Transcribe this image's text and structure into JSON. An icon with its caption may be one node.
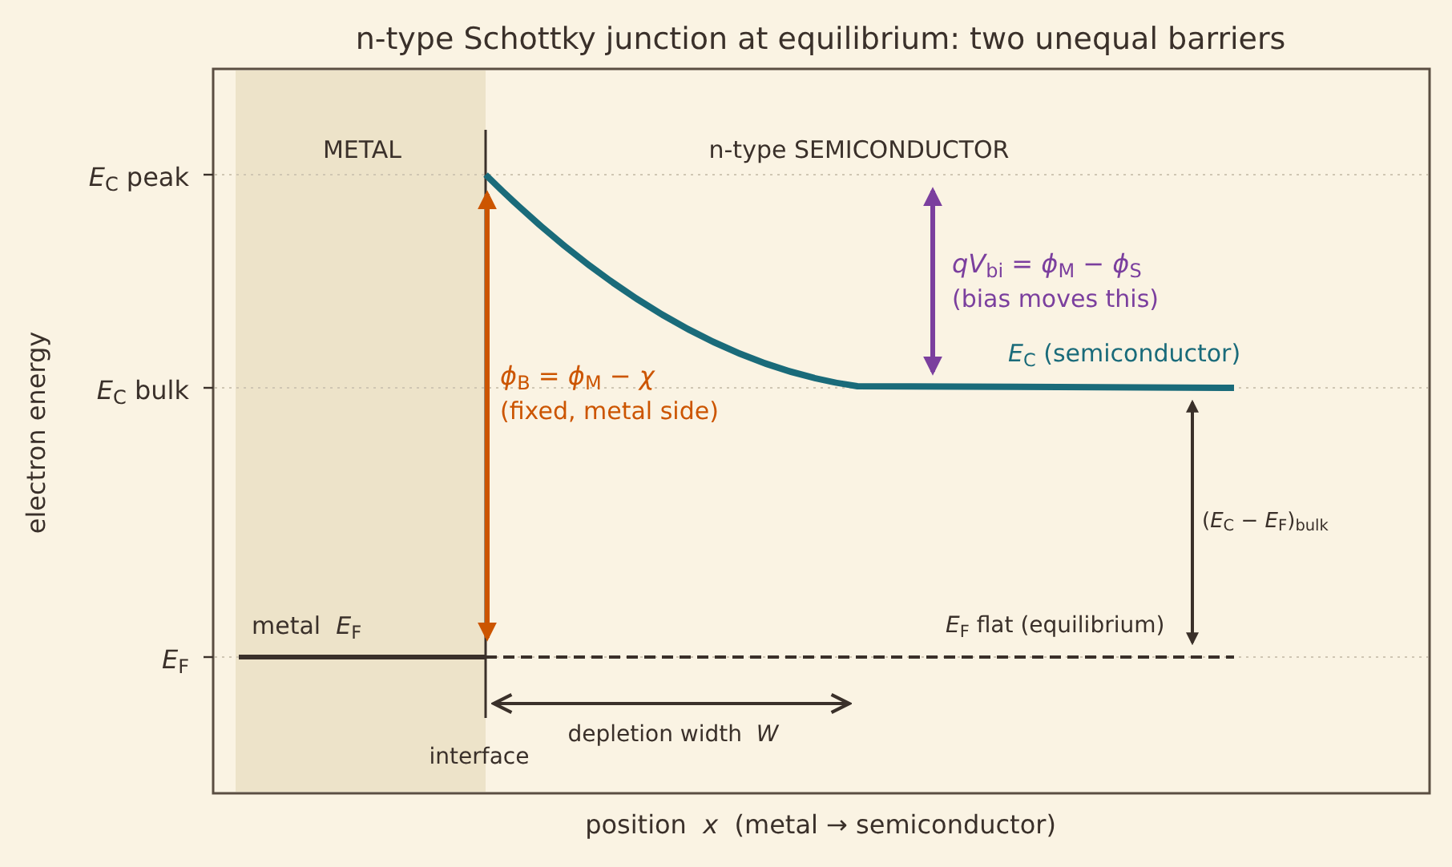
{
  "diagram": {
    "title": "n-type Schottky junction at equilibrium: two unequal barriers",
    "labels": [
      "*E*$_{C}$ peak",
      "*E*$_{C}$ bulk",
      "*E*$_{F}$",
      "electron energy",
      "METAL",
      "n-type SEMICONDUCTOR",
      "*qV*$_{bi}$ = *ϕ*$_{M}$ − *ϕ*$_{S}$",
      "(bias moves this)",
      "*E*$_{C}$ (semiconductor)",
      "*ϕ*$_{B}$ = *ϕ*$_{M}$ − *χ*",
      "(fixed, metal side)",
      "(*E*$_{C}$ − *E*$_{F}$)$_{bulk}$",
      "metal  *E*$_{F}$",
      "*E*$_{F}$ flat (equilibrium)",
      "depletion width  *W*",
      "interface",
      "position  *x*  (metal → semiconductor)"
    ]
  }
}
